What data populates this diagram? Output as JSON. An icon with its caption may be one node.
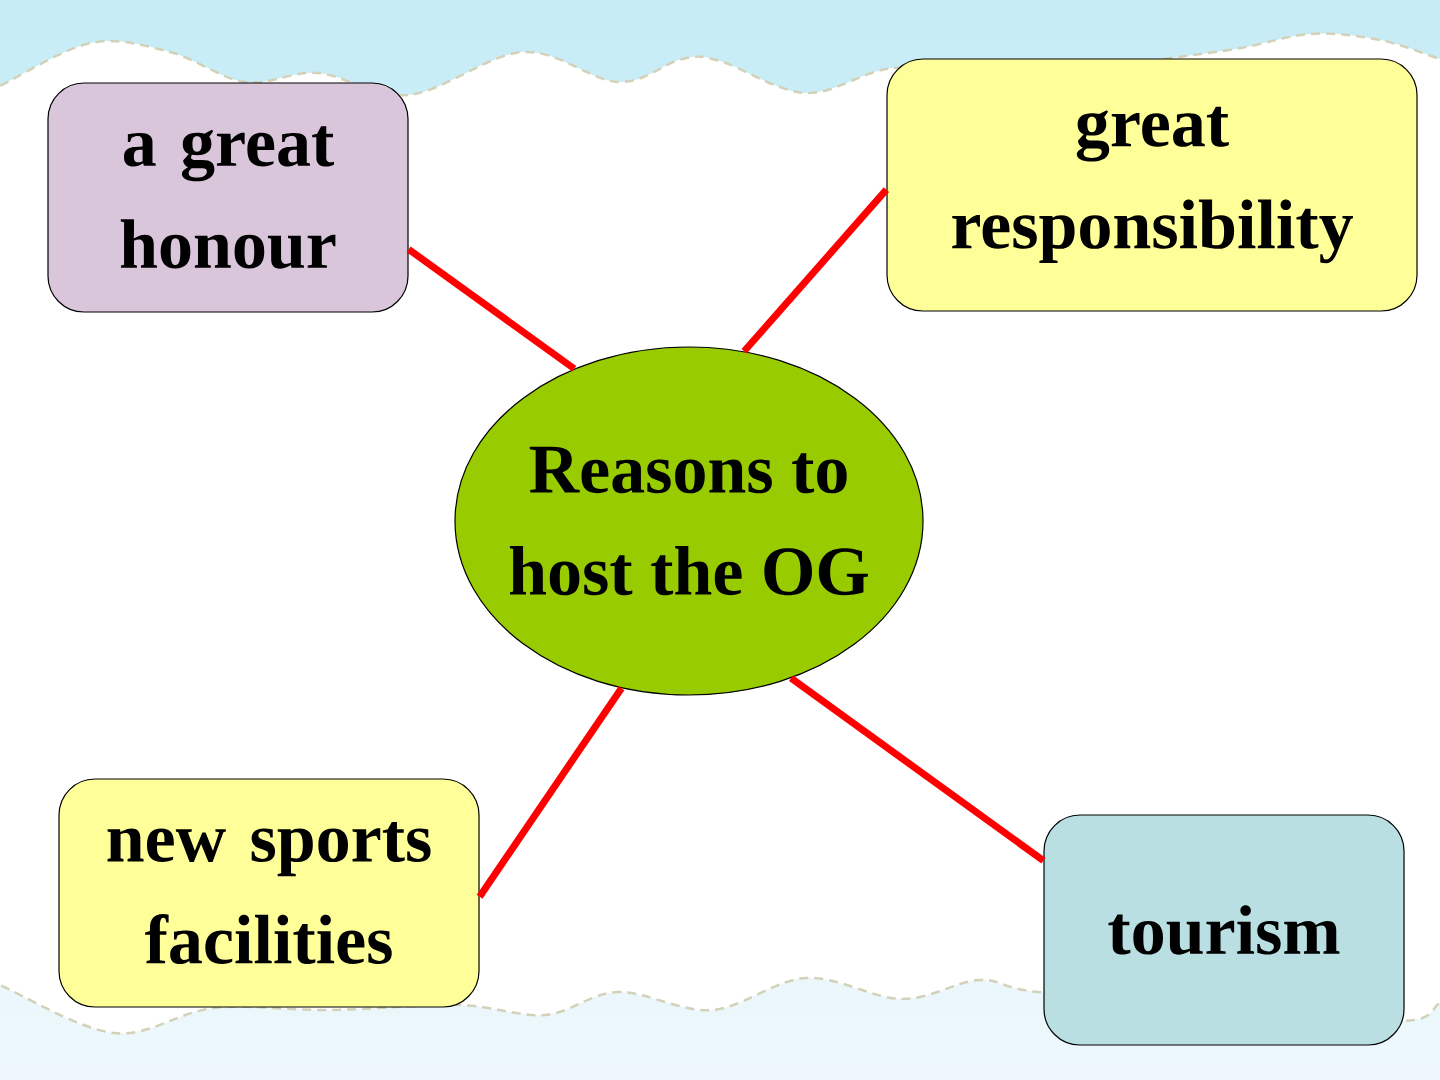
{
  "diagram": {
    "nodes": [
      {
        "text": [
          "a great honour"
        ]
      },
      {
        "text": [
          "great responsibility"
        ]
      },
      {
        "text": [
          "Reasons to host the OG"
        ]
      },
      {
        "text": [
          "new sports facilities"
        ]
      },
      {
        "text": [
          "tourism"
        ]
      }
    ],
    "edges": [
      {
        "from": 2,
        "to": 0,
        "arrow": "none"
      },
      {
        "from": 2,
        "to": 1,
        "arrow": "none"
      },
      {
        "from": 2,
        "to": 3,
        "arrow": "none"
      },
      {
        "from": 2,
        "to": 4,
        "arrow": "none"
      }
    ]
  }
}
